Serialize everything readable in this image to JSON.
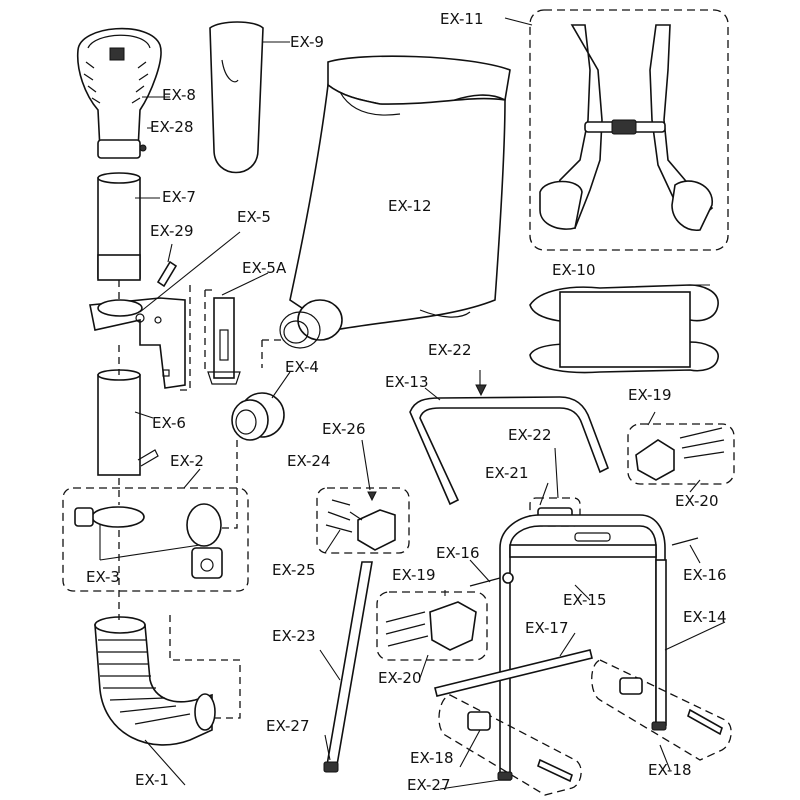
{
  "labels": {
    "ex1": "EX-1",
    "ex2": "EX-2",
    "ex3": "EX-3",
    "ex4": "EX-4",
    "ex5": "EX-5",
    "ex5a": "EX-5A",
    "ex6": "EX-6",
    "ex7": "EX-7",
    "ex8": "EX-8",
    "ex9": "EX-9",
    "ex10": "EX-10",
    "ex11": "EX-11",
    "ex12": "EX-12",
    "ex13": "EX-13",
    "ex14": "EX-14",
    "ex15": "EX-15",
    "ex16a": "EX-16",
    "ex16b": "EX-16",
    "ex17": "EX-17",
    "ex18a": "EX-18",
    "ex18b": "EX-18",
    "ex19a": "EX-19",
    "ex19b": "EX-19",
    "ex20a": "EX-20",
    "ex20b": "EX-20",
    "ex21": "EX-21",
    "ex22a": "EX-22",
    "ex22b": "EX-22",
    "ex23": "EX-23",
    "ex24": "EX-24",
    "ex25": "EX-25",
    "ex26": "EX-26",
    "ex27a": "EX-27",
    "ex27b": "EX-27",
    "ex28": "EX-28",
    "ex29": "EX-29"
  }
}
